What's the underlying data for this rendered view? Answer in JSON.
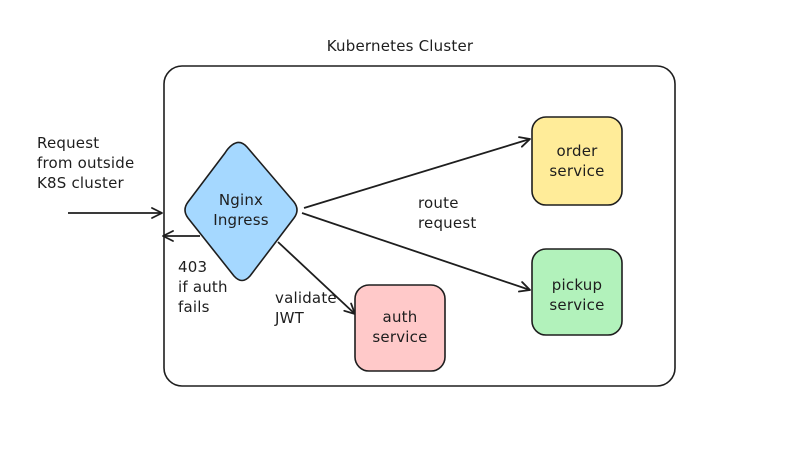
{
  "diagram": {
    "title": "Kubernetes Cluster",
    "colors": {
      "stroke": "#1e1e1e",
      "ingress_fill": "#a5d8ff",
      "order_fill": "#ffec99",
      "pickup_fill": "#b2f2bb",
      "auth_fill": "#ffc9c9",
      "cluster_fill": "#ffffff"
    },
    "nodes": {
      "ingress": {
        "label": "Nginx\nIngress",
        "shape": "diamond"
      },
      "order": {
        "label": "order\nservice",
        "shape": "rounded-rectangle"
      },
      "pickup": {
        "label": "pickup\nservice",
        "shape": "rounded-rectangle"
      },
      "auth": {
        "label": "auth\nservice",
        "shape": "rounded-rectangle"
      }
    },
    "annotations": {
      "incoming_request": "Request\nfrom outside\nK8S cluster",
      "forbidden": "403\nif auth\nfails",
      "validate": "validate\nJWT",
      "route": "route\nrequest"
    },
    "edges": [
      {
        "from": "external",
        "to": "ingress",
        "label": "Request from outside K8S cluster"
      },
      {
        "from": "ingress",
        "to": "external",
        "label": "403 if auth fails"
      },
      {
        "from": "ingress",
        "to": "auth",
        "label": "validate JWT"
      },
      {
        "from": "ingress",
        "to": "order",
        "label": "route request"
      },
      {
        "from": "ingress",
        "to": "pickup",
        "label": "route request"
      }
    ]
  }
}
